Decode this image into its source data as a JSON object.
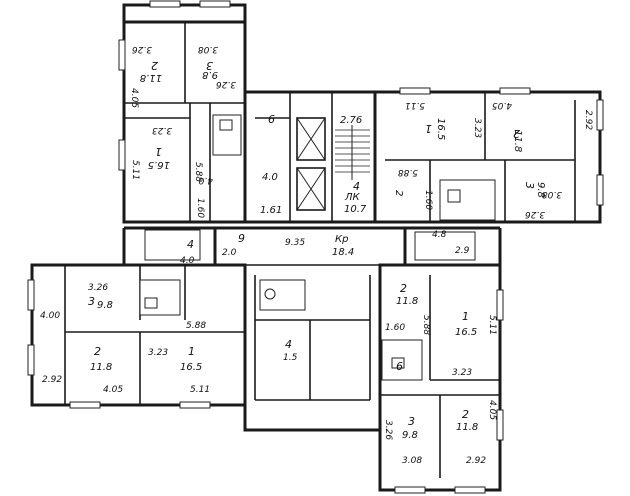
{
  "labels": [
    {
      "id": "a1",
      "text": "3.26",
      "rot": 180
    },
    {
      "id": "a2",
      "text": "3.08",
      "rot": 180
    },
    {
      "id": "a3",
      "text": "2",
      "rot": 180
    },
    {
      "id": "a4",
      "text": "11.8",
      "rot": 180
    },
    {
      "id": "a5",
      "text": "3",
      "rot": 180
    },
    {
      "id": "a6",
      "text": "9.8",
      "rot": 180
    },
    {
      "id": "a7",
      "text": "3.26",
      "rot": 180
    },
    {
      "id": "a8",
      "text": "4.05",
      "rot": 90
    },
    {
      "id": "a9",
      "text": "3.23",
      "rot": 180
    },
    {
      "id": "a10",
      "text": "1",
      "rot": 180
    },
    {
      "id": "a11",
      "text": "16.5",
      "rot": 180
    },
    {
      "id": "a12",
      "text": "5.11",
      "rot": 90
    },
    {
      "id": "a13",
      "text": "4.0",
      "rot": 180
    },
    {
      "id": "a14",
      "text": "5.88",
      "rot": 90
    },
    {
      "id": "a15",
      "text": "1.60",
      "rot": 90
    },
    {
      "id": "b1",
      "text": "6",
      "rot": 0
    },
    {
      "id": "b2",
      "text": "4.0",
      "rot": 0
    },
    {
      "id": "b3",
      "text": "1.61",
      "rot": 0
    },
    {
      "id": "b4",
      "text": "2.76",
      "rot": 0
    },
    {
      "id": "b5",
      "text": "ЛК",
      "rot": 0
    },
    {
      "id": "b6",
      "text": "10.7",
      "rot": 0
    },
    {
      "id": "b7",
      "text": "4",
      "rot": 0
    },
    {
      "id": "c1",
      "text": "5.11",
      "rot": 180
    },
    {
      "id": "c2",
      "text": "4.05",
      "rot": 180
    },
    {
      "id": "c3",
      "text": "2.92",
      "rot": 180
    },
    {
      "id": "c4",
      "text": "1",
      "rot": 180
    },
    {
      "id": "c5",
      "text": "16.5",
      "rot": 90
    },
    {
      "id": "c6",
      "text": "3.23",
      "rot": 90
    },
    {
      "id": "c7",
      "text": "2",
      "rot": 180
    },
    {
      "id": "c8",
      "text": "11.8",
      "rot": 90
    },
    {
      "id": "c9",
      "text": "5.88",
      "rot": 180
    },
    {
      "id": "c10",
      "text": "2",
      "rot": 90
    },
    {
      "id": "c11",
      "text": "1.60",
      "rot": 90
    },
    {
      "id": "c12",
      "text": "3",
      "rot": 90
    },
    {
      "id": "c13",
      "text": "9.8",
      "rot": 90
    },
    {
      "id": "c14",
      "text": "3.08",
      "rot": 180
    },
    {
      "id": "c15",
      "text": "3.26",
      "rot": 180
    },
    {
      "id": "d1",
      "text": "4.00",
      "rot": 0
    },
    {
      "id": "d2",
      "text": "2.92",
      "rot": 0
    },
    {
      "id": "d3",
      "text": "3.26",
      "rot": 0
    },
    {
      "id": "d4",
      "text": "3",
      "rot": 0
    },
    {
      "id": "d5",
      "text": "9.8",
      "rot": 0
    },
    {
      "id": "d6",
      "text": "5.88",
      "rot": 0
    },
    {
      "id": "d7",
      "text": "3.23",
      "rot": 0
    },
    {
      "id": "d8",
      "text": "2",
      "rot": 0
    },
    {
      "id": "d9",
      "text": "11.8",
      "rot": 0
    },
    {
      "id": "d10",
      "text": "4.05",
      "rot": 0
    },
    {
      "id": "d11",
      "text": "1",
      "rot": 0
    },
    {
      "id": "d12",
      "text": "16.5",
      "rot": 0
    },
    {
      "id": "d13",
      "text": "5.11",
      "rot": 0
    },
    {
      "id": "e1",
      "text": "9",
      "rot": 0
    },
    {
      "id": "e2",
      "text": "2.0",
      "rot": 0
    },
    {
      "id": "e3",
      "text": "9.35",
      "rot": 0
    },
    {
      "id": "e4",
      "text": "Кр",
      "rot": 0
    },
    {
      "id": "e5",
      "text": "18.4",
      "rot": 0
    },
    {
      "id": "e6",
      "text": "4",
      "rot": 0
    },
    {
      "id": "e7",
      "text": "4.8",
      "rot": 0
    },
    {
      "id": "e8",
      "text": "2.9",
      "rot": 0
    },
    {
      "id": "e9",
      "text": "4.0",
      "rot": 0
    },
    {
      "id": "f1",
      "text": "2",
      "rot": 0
    },
    {
      "id": "f2",
      "text": "11.8",
      "rot": 0
    },
    {
      "id": "f3",
      "text": "1.60",
      "rot": 0
    },
    {
      "id": "f4",
      "text": "5.88",
      "rot": 90
    },
    {
      "id": "f5",
      "text": "1",
      "rot": 0
    },
    {
      "id": "f6",
      "text": "16.5",
      "rot": 0
    },
    {
      "id": "f7",
      "text": "5.11",
      "rot": 90
    },
    {
      "id": "f8",
      "text": "3.23",
      "rot": 0
    },
    {
      "id": "f9",
      "text": "4.05",
      "rot": 90
    },
    {
      "id": "f10",
      "text": "2",
      "rot": 0
    },
    {
      "id": "f11",
      "text": "11.8",
      "rot": 0
    },
    {
      "id": "f12",
      "text": "3.26",
      "rot": 90
    },
    {
      "id": "f13",
      "text": "3",
      "rot": 0
    },
    {
      "id": "f14",
      "text": "9.8",
      "rot": 0
    },
    {
      "id": "f15",
      "text": "3.08",
      "rot": 0
    },
    {
      "id": "f16",
      "text": "2.92",
      "rot": 0
    },
    {
      "id": "f17",
      "text": "6",
      "rot": 0
    },
    {
      "id": "g1",
      "text": "1.5",
      "rot": 0
    },
    {
      "id": "g2",
      "text": "4",
      "rot": 0
    }
  ]
}
